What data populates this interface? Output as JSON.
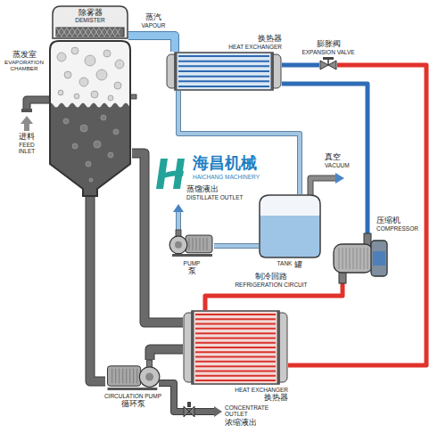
{
  "diagram": {
    "nodes": [
      {
        "text": [
          "除雾器",
          "DEMISTER"
        ]
      },
      {
        "text": [
          "蒸发室",
          "EVAPORATION CHAMBER"
        ]
      },
      {
        "text": [
          "换热器",
          "HEAT EXCHANGER"
        ]
      },
      {
        "text": [
          "膨胀阀",
          "EXPANSION VALVE"
        ]
      },
      {
        "text": [
          "TANK",
          "罐"
        ]
      },
      {
        "text": [
          "PUMP",
          "泵"
        ]
      },
      {
        "text": [
          "压缩机",
          "COMPRESSOR"
        ]
      },
      {
        "text": [
          "HEAT EXCHANGER",
          "换热器"
        ]
      },
      {
        "text": [
          "CIRCULATION PUMP",
          "循环泵"
        ]
      }
    ],
    "edges": [
      {
        "from": 0,
        "to": 2,
        "arrow": "none"
      },
      {
        "from": 2,
        "to": 4,
        "arrow": "none"
      },
      {
        "from": 4,
        "to": 5,
        "arrow": "none"
      },
      {
        "from": 3,
        "to": 2,
        "arrow": "none"
      },
      {
        "from": 2,
        "to": 6,
        "arrow": "none"
      },
      {
        "from": 6,
        "to": 7,
        "arrow": "none"
      },
      {
        "from": 7,
        "to": 3,
        "arrow": "none"
      },
      {
        "from": 1,
        "to": 8,
        "arrow": "none"
      },
      {
        "from": 8,
        "to": 7,
        "arrow": "none"
      },
      {
        "from": 7,
        "to": 1,
        "arrow": "none"
      }
    ],
    "labels": [
      "蒸汽",
      "VAPOUR",
      "进料",
      "FEED INLET",
      "真空",
      "VACUUM",
      "蒸馏液出",
      "DISTILLATE OUTLET",
      "海昌机械",
      "HAICHANG MACHINERY",
      "制冷回路",
      "REFRIGERATION CIRCUIT",
      "CONCENTRATE OUTLET",
      "浓缩液出"
    ]
  }
}
